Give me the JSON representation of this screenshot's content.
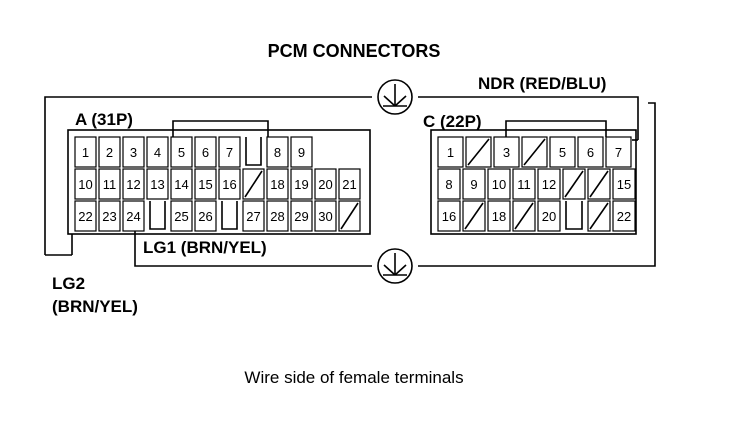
{
  "title": "PCM CONNECTORS",
  "ndr_label": "NDR (RED/BLU)",
  "lg1_label": "LG1 (BRN/YEL)",
  "lg2_label_line1": "LG2",
  "lg2_label_line2": "(BRN/YEL)",
  "caption": "Wire side of female terminals",
  "connector_a": {
    "label": "A (31P)",
    "rows": [
      [
        "1",
        "2",
        "3",
        "4",
        "5",
        "6",
        "7",
        "#gap",
        "8",
        "9"
      ],
      [
        "10",
        "11",
        "12",
        "13",
        "14",
        "15",
        "16",
        "/",
        "18",
        "19",
        "20",
        "21"
      ],
      [
        "22",
        "23",
        "24",
        "#gap",
        "25",
        "26",
        "#gap",
        "27",
        "28",
        "29",
        "30",
        "/"
      ]
    ]
  },
  "connector_c": {
    "label": "C (22P)",
    "rows": [
      [
        "1",
        "/",
        "3",
        "/",
        "5",
        "6",
        "7"
      ],
      [
        "8",
        "9",
        "10",
        "11",
        "12",
        "/",
        "/",
        "15"
      ],
      [
        "16",
        "/",
        "18",
        "/",
        "20",
        "#gap",
        "/",
        "22"
      ]
    ]
  }
}
